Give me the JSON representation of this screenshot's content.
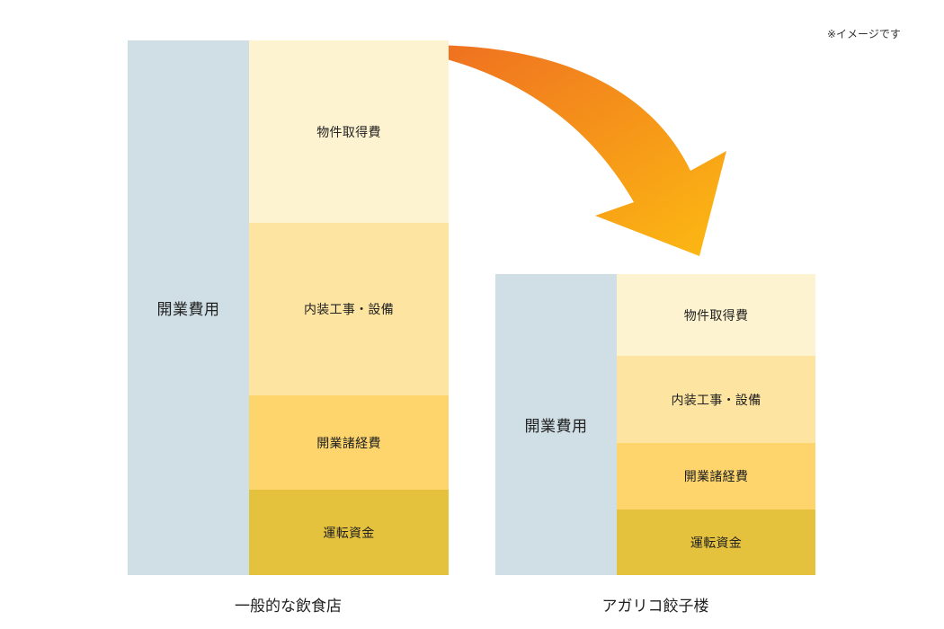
{
  "note": "※イメージです",
  "columns": [
    {
      "title": "一般的な飲食店",
      "total_label": "開業費用",
      "segments": [
        "物件取得費",
        "内装工事・設備",
        "開業諸経費",
        "運転資金"
      ]
    },
    {
      "title": "アガリコ餃子楼",
      "total_label": "開業費用",
      "segments": [
        "物件取得費",
        "内装工事・設備",
        "開業諸経費",
        "運転資金"
      ]
    }
  ],
  "colors": {
    "total": "#d0dfe6",
    "property": "#fef3d0",
    "interior": "#fde4a0",
    "misc": "#fdd56c",
    "working": "#e5c23d",
    "arrow_start": "#ee6a22",
    "arrow_end": "#fcba12"
  }
}
